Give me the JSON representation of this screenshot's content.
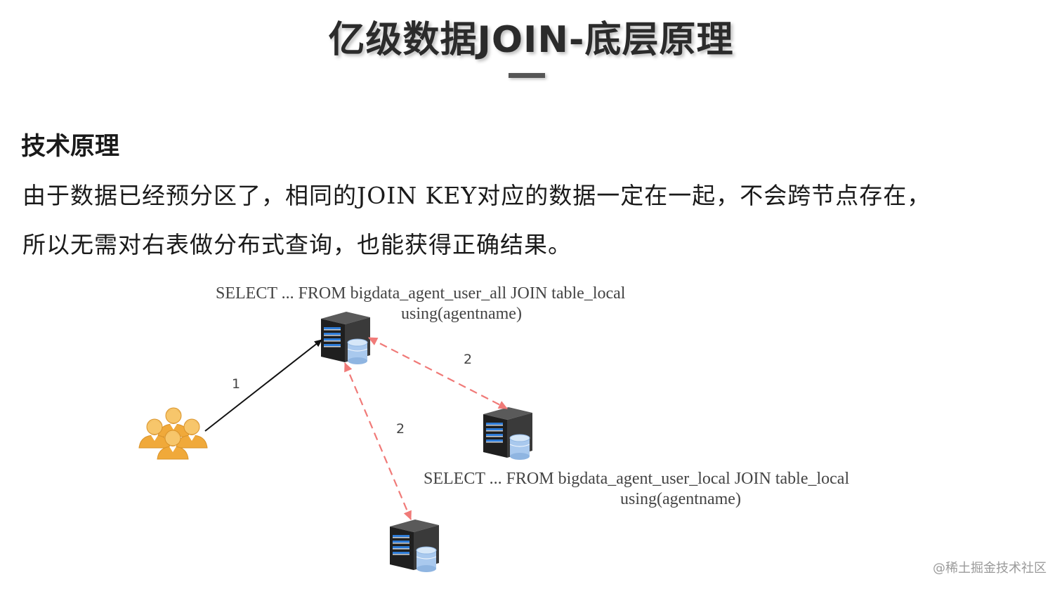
{
  "title": "亿级数据JOIN-底层原理",
  "section_heading": "技术原理",
  "paragraph": {
    "line1": "由于数据已经预分区了，相同的JOIN KEY对应的数据一定在一起，不会跨节点存在，",
    "line2": "所以无需对右表做分布式查询，也能获得正确结果。"
  },
  "diagram": {
    "query_top": {
      "line1": "SELECT ... FROM  bigdata_agent_user_all JOIN table_local",
      "line2": "using(agentname)"
    },
    "query_right": {
      "line1": "SELECT ... FROM  bigdata_agent_user_local JOIN table_local",
      "line2": "using(agentname)"
    },
    "edge_labels": {
      "users_to_main": "1",
      "main_to_right": "2",
      "main_to_bottom": "2"
    },
    "colors": {
      "solid_arrow": "#111111",
      "dashed_arrow": "#f07a78",
      "server_body": "#2a2a2a",
      "server_accent": "#2e7bd6",
      "database": "#9fc3ea",
      "user_skin": "#f7c66b",
      "user_body": "#f0a93a"
    },
    "icons": {
      "users": "users-group-icon",
      "server": "server-database-icon"
    }
  },
  "watermark": "@稀土掘金技术社区"
}
